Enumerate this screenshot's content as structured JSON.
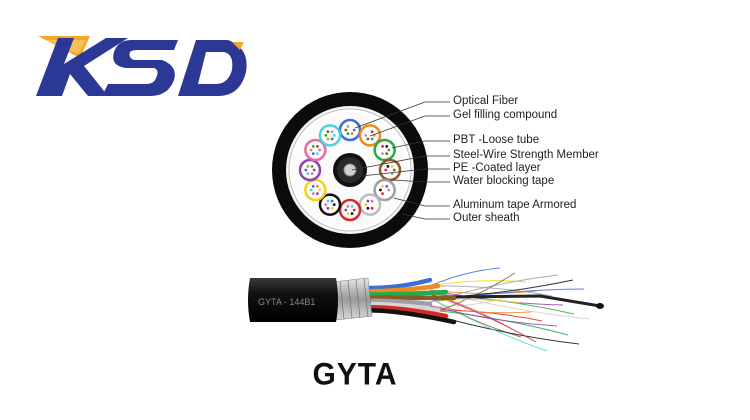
{
  "brand": {
    "logo_text": "KSD",
    "colors": {
      "primary": "#2b3895",
      "accent": "#f5a623"
    }
  },
  "callouts": [
    {
      "label": "Optical Fiber"
    },
    {
      "label": "Gel filling compound"
    },
    {
      "label": "PBT -Loose tube"
    },
    {
      "label": "Steel-Wire Strength Member"
    },
    {
      "label": "PE -Coated layer"
    },
    {
      "label": "Water blocking tape"
    },
    {
      "label": "Aluminum tape Armored"
    },
    {
      "label": "Outer sheath"
    }
  ],
  "cable_print": "GYTA - 144B1",
  "product_name": "GYTA",
  "tube_colors": [
    "#3b6fd8",
    "#f08a1d",
    "#2aa84a",
    "#8b5a2b",
    "#9aa0a6",
    "#ffffff",
    "#d62828",
    "#111111",
    "#f2d31b",
    "#8e44ad",
    "#e86aa6",
    "#4fd1d9"
  ],
  "fiber_colors": [
    "#3b6fd8",
    "#f08a1d",
    "#2aa84a",
    "#8b5a2b",
    "#9aa0a6",
    "#ffffff",
    "#d62828",
    "#111111",
    "#f2d31b",
    "#8e44ad",
    "#e86aa6",
    "#4fd1d9"
  ]
}
